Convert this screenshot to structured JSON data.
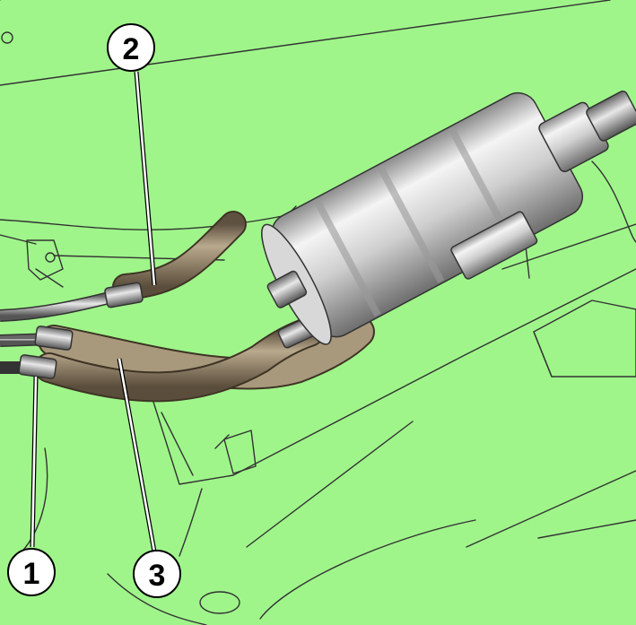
{
  "callouts": [
    {
      "id": "1",
      "label": "1"
    },
    {
      "id": "2",
      "label": "2"
    },
    {
      "id": "3",
      "label": "3"
    }
  ],
  "colors": {
    "background": "#9ff58a",
    "hose": "#8a7b62",
    "metal": "#c9c9c9",
    "outline": "#333333"
  }
}
